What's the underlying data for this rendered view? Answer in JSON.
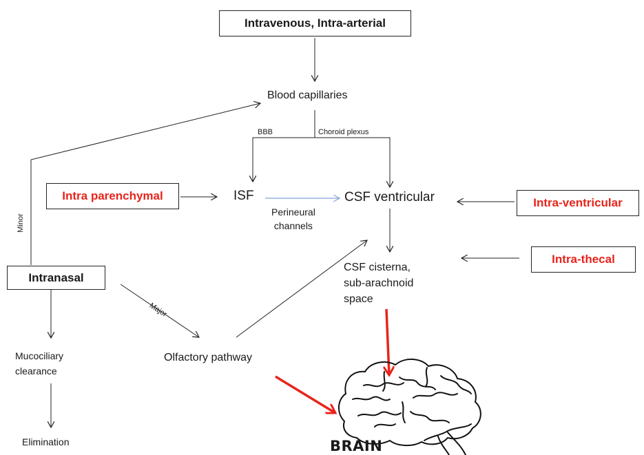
{
  "nodes": {
    "iv_ia": "Intravenous, Intra-arterial",
    "blood_capillaries": "Blood capillaries",
    "intra_parenchymal": "Intra parenchymal",
    "isf": "ISF",
    "csf_ventricular": "CSF ventricular",
    "intra_ventricular": "Intra-ventricular",
    "intra_thecal": "Intra-thecal",
    "csf_cisterna_line1": "CSF cisterna,",
    "csf_cisterna_line2": "sub-arachnoid",
    "csf_cisterna_line3": "space",
    "intranasal": "Intranasal",
    "olfactory_pathway": "Olfactory pathway",
    "mucociliary_line1": "Mucociliary",
    "mucociliary_line2": "clearance",
    "elimination": "Elimination",
    "brain": "BRAIN"
  },
  "edge_labels": {
    "bbb": "BBB",
    "choroid_plexus": "Choroid plexus",
    "perineural_line1": "Perineural",
    "perineural_line2": "channels",
    "minor": "Minor",
    "major": "Major"
  },
  "colors": {
    "red_accent": "#e8231b",
    "blue_arrow": "#7fa3d6",
    "line": "#222222"
  }
}
